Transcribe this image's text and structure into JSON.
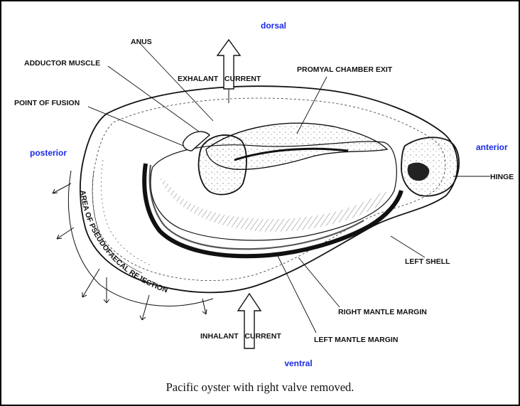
{
  "orientation": {
    "dorsal": "dorsal",
    "ventral": "ventral",
    "anterior": "anterior",
    "posterior": "posterior"
  },
  "labels": {
    "anus": "ANUS",
    "adductor_muscle": "ADDUCTOR MUSCLE",
    "exhalant_current": "EXHALANT   CURRENT",
    "promyal_chamber_exit": "PROMYAL CHAMBER EXIT",
    "point_of_fusion": "POINT OF FUSION",
    "hinge": "HINGE",
    "area_of_pseudofaecal_rejection": "AREA OF PSEUDOFAECAL REJECTION",
    "left_shell": "LEFT SHELL",
    "right_mantle_margin": "RIGHT MANTLE MARGIN",
    "inhalant_current": "INHALANT   CURRENT",
    "left_mantle_margin": "LEFT MANTLE MARGIN"
  },
  "caption": "Pacific oyster with right valve removed.",
  "colors": {
    "direction_labels": "#1a2be8",
    "ink": "#111111",
    "background": "#ffffff"
  }
}
